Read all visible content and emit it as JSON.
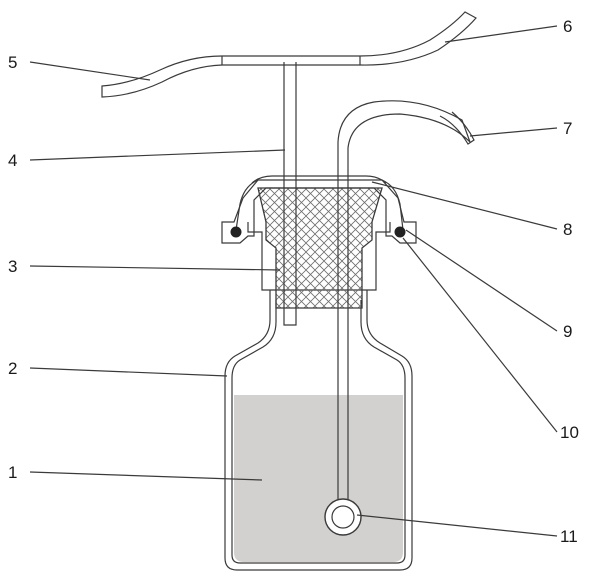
{
  "labels": [
    {
      "id": "1",
      "text": "1"
    },
    {
      "id": "2",
      "text": "2"
    },
    {
      "id": "3",
      "text": "3"
    },
    {
      "id": "4",
      "text": "4"
    },
    {
      "id": "5",
      "text": "5"
    },
    {
      "id": "6",
      "text": "6"
    },
    {
      "id": "7",
      "text": "7"
    },
    {
      "id": "8",
      "text": "8"
    },
    {
      "id": "9",
      "text": "9"
    },
    {
      "id": "10",
      "text": "10"
    },
    {
      "id": "11",
      "text": "11"
    }
  ],
  "colors": {
    "outline": "#3a3a3a",
    "liquid": "#d3d1cf",
    "stopper_hatch": "#6e6e6e",
    "background": "#ffffff"
  }
}
